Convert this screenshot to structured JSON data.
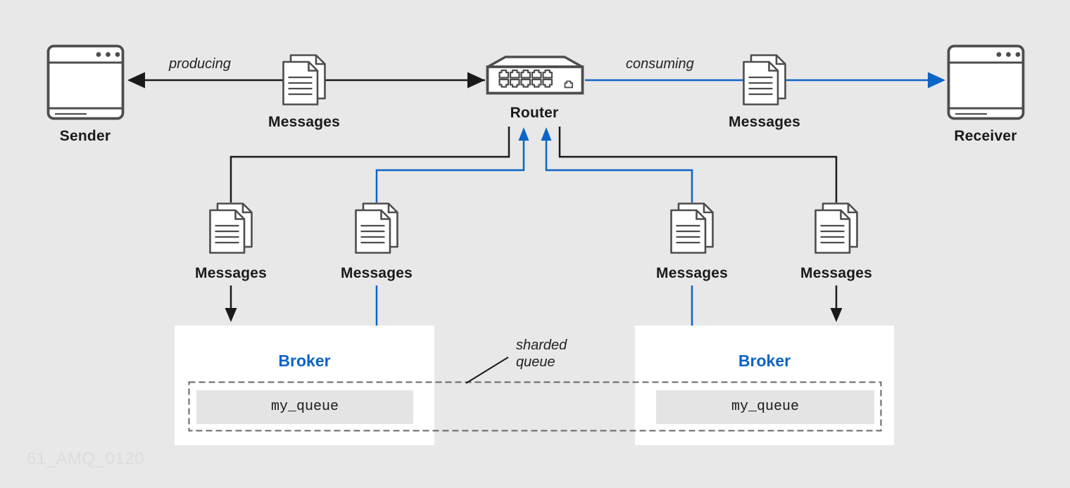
{
  "colors": {
    "background": "#e8e8e8",
    "accent_blue": "#0b64c8",
    "line_black": "#1a1a1a",
    "icon_stroke": "#4d4d4d",
    "dashed_border": "#666666",
    "queue_box_fill": "#e4e4e4",
    "broker_fill": "#ffffff"
  },
  "nodes": {
    "sender": {
      "label": "Sender",
      "icon": "app-window-icon"
    },
    "router": {
      "label": "Router",
      "icon": "router-switch-icon"
    },
    "receiver": {
      "label": "Receiver",
      "icon": "app-window-icon"
    }
  },
  "labels": {
    "messages": "Messages"
  },
  "edges": {
    "producing": "producing",
    "consuming": "consuming"
  },
  "brokers": {
    "left": {
      "title": "Broker",
      "queue": "my_queue"
    },
    "right": {
      "title": "Broker",
      "queue": "my_queue"
    }
  },
  "annotations": {
    "sharded_queue": "sharded\nqueue",
    "watermark": "61_AMQ_0120"
  }
}
